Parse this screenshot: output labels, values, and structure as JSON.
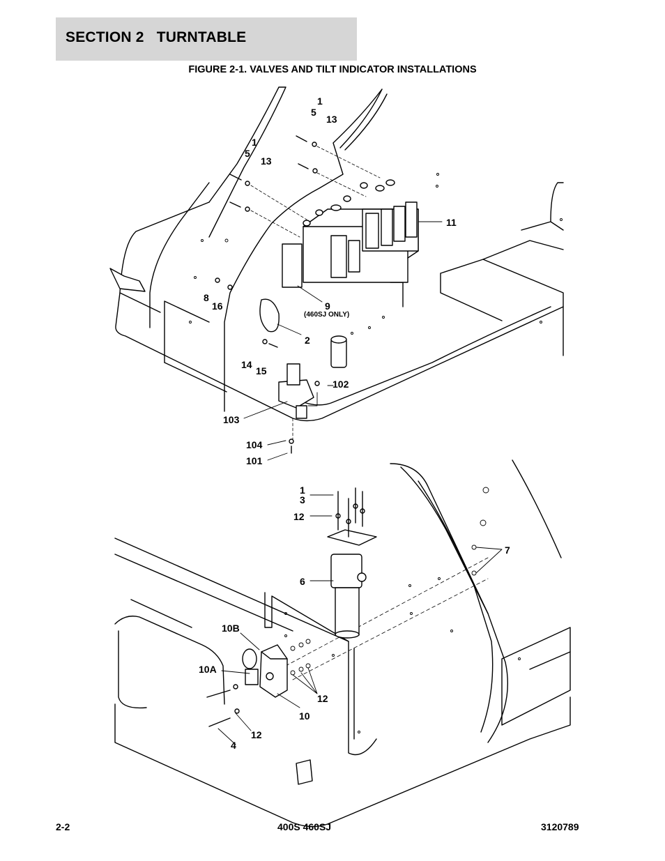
{
  "header": {
    "section": "SECTION 2   TURNTABLE",
    "figure_title": "FIGURE 2-1. VALVES AND TILT INDICATOR INSTALLATIONS"
  },
  "callouts": {
    "top": {
      "c1a": "1",
      "c5a": "5",
      "c13a": "13",
      "c1b": "1",
      "c5b": "5",
      "c13b": "13",
      "c11": "11",
      "c8": "8",
      "c16": "16",
      "c9": "9",
      "c9note": "(460SJ ONLY)",
      "c2": "2",
      "c14": "14",
      "c15": "15",
      "c102": "102",
      "c103": "103",
      "c104": "104",
      "c101": "101"
    },
    "bottom": {
      "c1": "1",
      "c3": "3",
      "c12a": "12",
      "c7": "7",
      "c6": "6",
      "c10b": "10B",
      "c10a": "10A",
      "c12b": "12",
      "c10": "10",
      "c12c": "12",
      "c4": "4"
    }
  },
  "footer": {
    "page": "2-2",
    "model": "400S 460SJ",
    "doc_number": "3120789"
  }
}
